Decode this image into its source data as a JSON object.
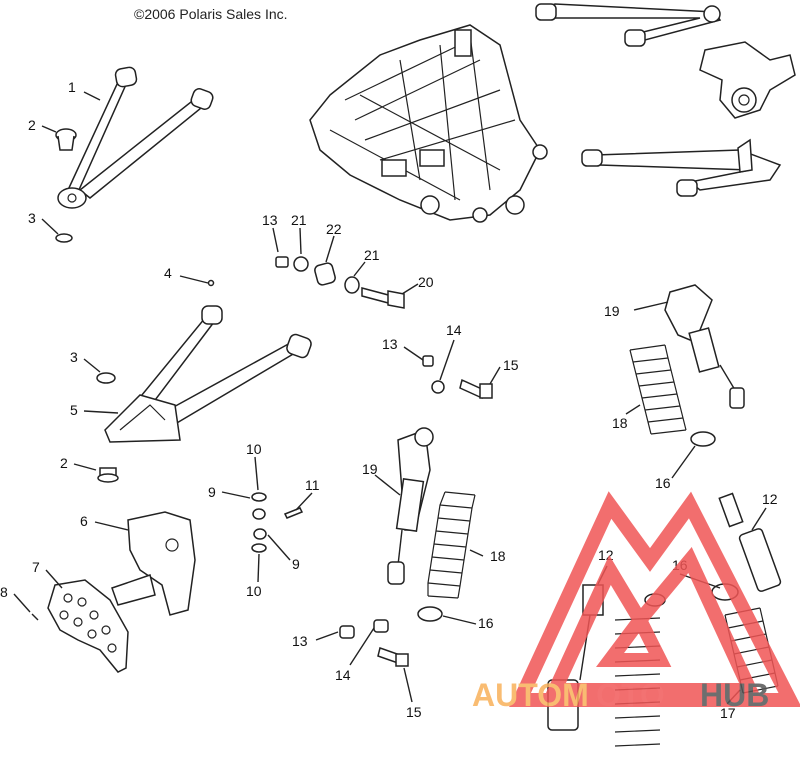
{
  "copyright": "©2006 Polaris Sales Inc.",
  "watermark": {
    "brand_a": "AUTOM",
    "brand_b": "OTO",
    "brand_c": "HUB",
    "color_a": "#F9B15A",
    "color_b": "#F15A5A",
    "color_c": "#555555",
    "triangle_color": "#F05555"
  },
  "callouts": [
    {
      "id": "c1",
      "label": "1"
    },
    {
      "id": "c2a",
      "label": "2"
    },
    {
      "id": "c3a",
      "label": "3"
    },
    {
      "id": "c4",
      "label": "4"
    },
    {
      "id": "c3b",
      "label": "3"
    },
    {
      "id": "c5",
      "label": "5"
    },
    {
      "id": "c2b",
      "label": "2"
    },
    {
      "id": "c6",
      "label": "6"
    },
    {
      "id": "c7",
      "label": "7"
    },
    {
      "id": "c8",
      "label": "8"
    },
    {
      "id": "c13a",
      "label": "13"
    },
    {
      "id": "c21a",
      "label": "21"
    },
    {
      "id": "c22",
      "label": "22"
    },
    {
      "id": "c21b",
      "label": "21"
    },
    {
      "id": "c20",
      "label": "20"
    },
    {
      "id": "c13b",
      "label": "13"
    },
    {
      "id": "c14a",
      "label": "14"
    },
    {
      "id": "c15a",
      "label": "15"
    },
    {
      "id": "c10a",
      "label": "10"
    },
    {
      "id": "c9a",
      "label": "9"
    },
    {
      "id": "c11",
      "label": "11"
    },
    {
      "id": "c9b",
      "label": "9"
    },
    {
      "id": "c10b",
      "label": "10"
    },
    {
      "id": "c19a",
      "label": "19"
    },
    {
      "id": "c18a",
      "label": "18"
    },
    {
      "id": "c16a",
      "label": "16"
    },
    {
      "id": "c13c",
      "label": "13"
    },
    {
      "id": "c14b",
      "label": "14"
    },
    {
      "id": "c15b",
      "label": "15"
    },
    {
      "id": "c19b",
      "label": "19"
    },
    {
      "id": "c18b",
      "label": "18"
    },
    {
      "id": "c16b",
      "label": "16"
    },
    {
      "id": "c12a",
      "label": "12"
    },
    {
      "id": "c12b",
      "label": "12"
    },
    {
      "id": "c16c",
      "label": "16"
    },
    {
      "id": "c17",
      "label": "17"
    }
  ]
}
